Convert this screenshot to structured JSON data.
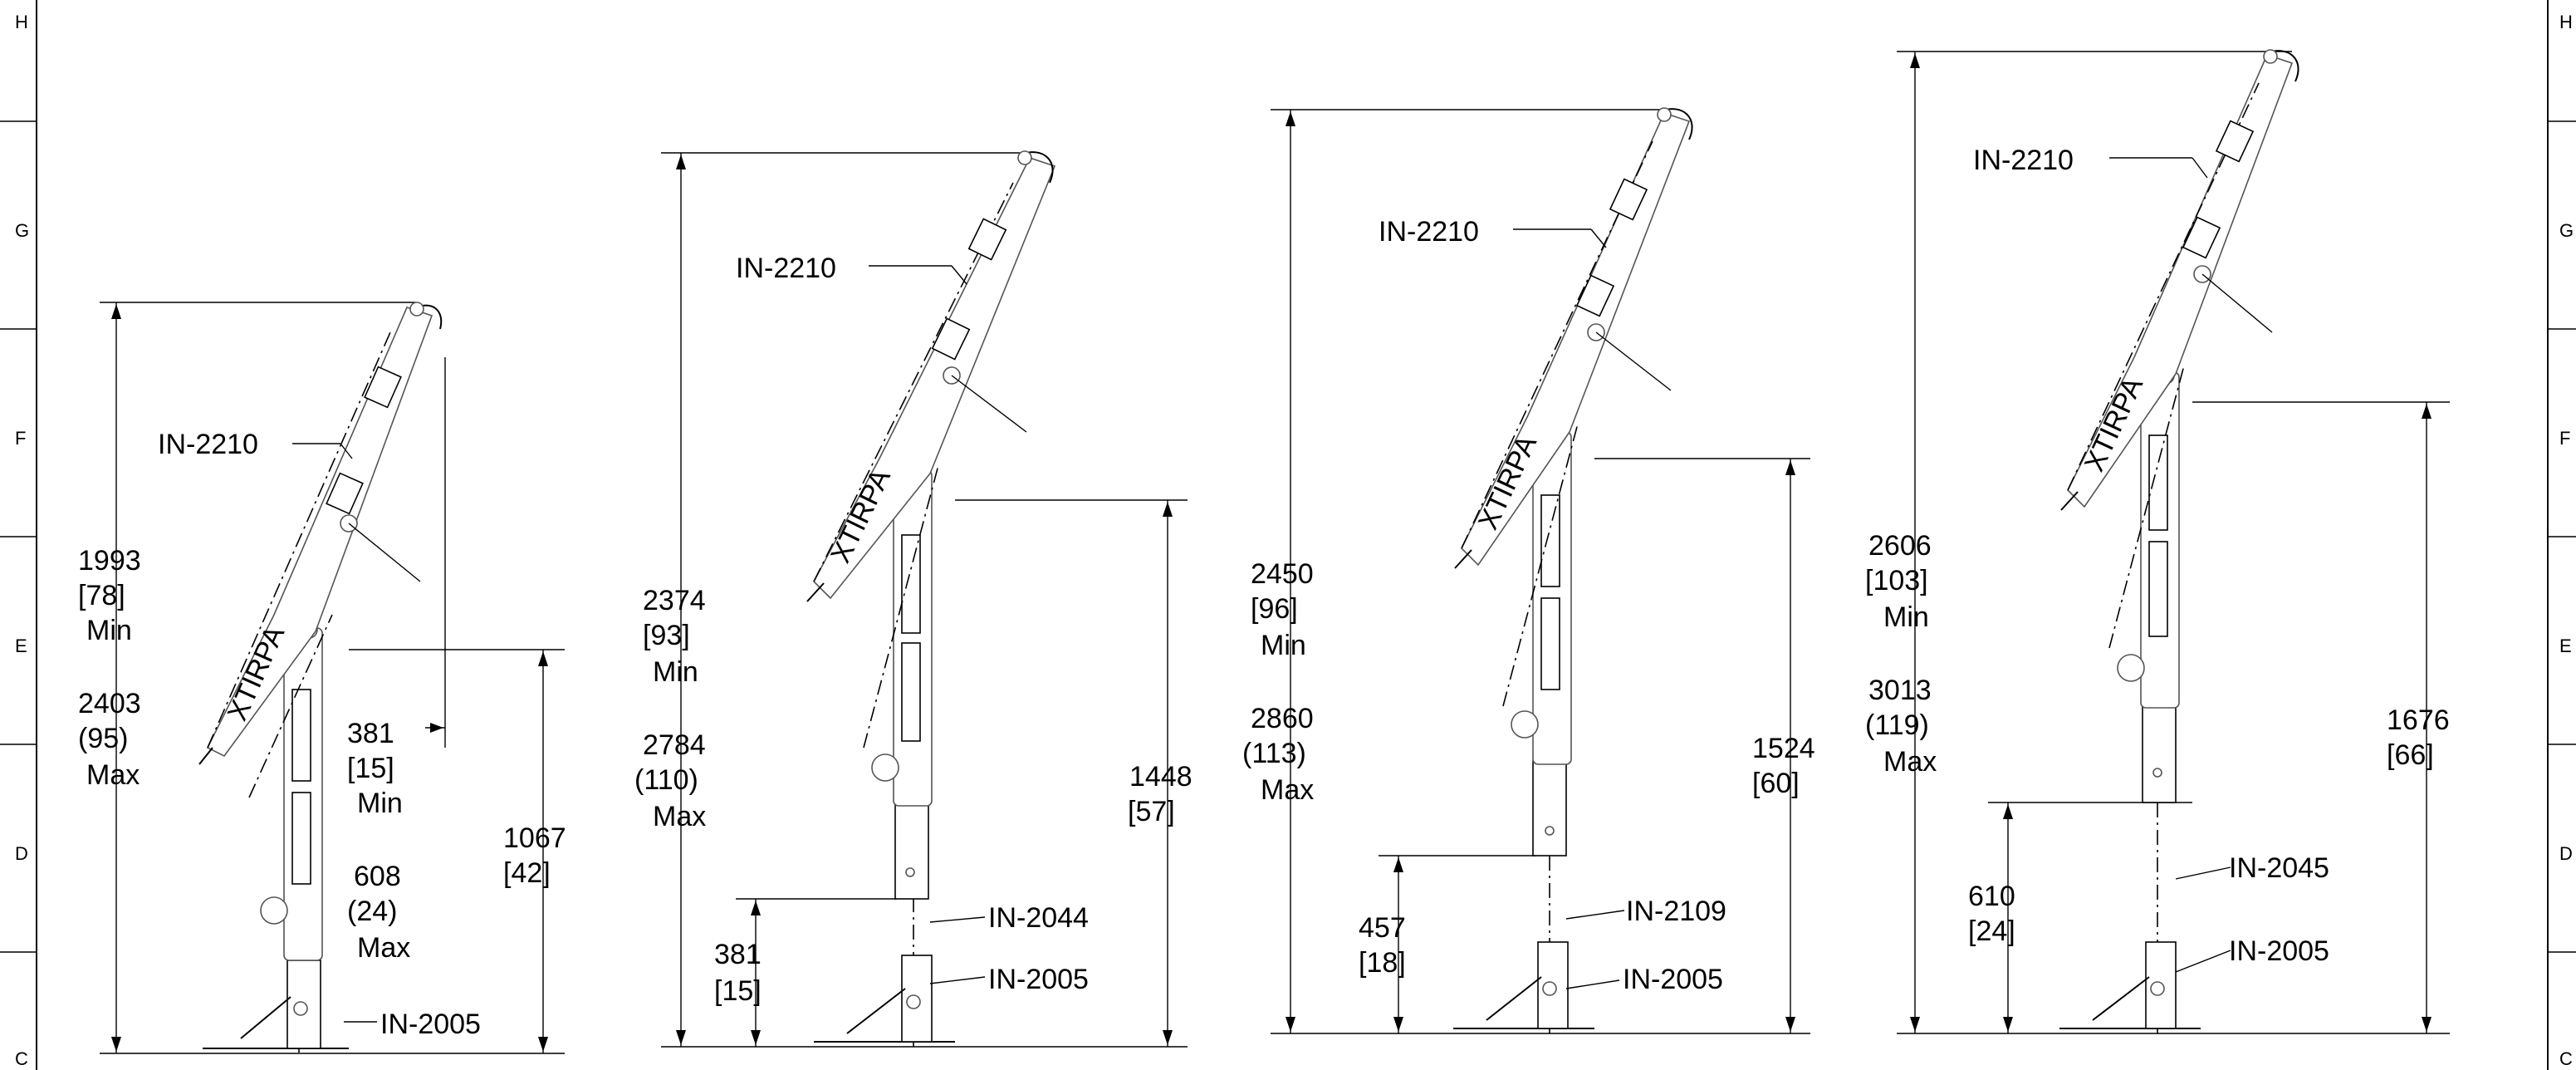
{
  "zone_labels": [
    "H",
    "G",
    "F",
    "E",
    "D",
    "C"
  ],
  "views": [
    {
      "parts": [
        "IN-2210",
        "IN-2005"
      ],
      "overall": [
        "1993",
        "[78]",
        "Min",
        "2403",
        "(95)",
        "Max"
      ],
      "reach": [
        "381",
        "[15]",
        "Min",
        "608",
        "(24)",
        "Max"
      ],
      "height": [
        "1067",
        "[42]"
      ],
      "base": []
    },
    {
      "parts": [
        "IN-2210",
        "IN-2044",
        "IN-2005"
      ],
      "overall": [
        "2374",
        "[93]",
        "Min",
        "2784",
        "(110)",
        "Max"
      ],
      "reach": [],
      "height": [
        "1448",
        "[57]"
      ],
      "base": [
        "381",
        "[15]"
      ]
    },
    {
      "parts": [
        "IN-2210",
        "IN-2109",
        "IN-2005"
      ],
      "overall": [
        "2450",
        "[96]",
        "Min",
        "2860",
        "(113)",
        "Max"
      ],
      "reach": [],
      "height": [
        "1524",
        "[60]"
      ],
      "base": [
        "457",
        "[18]"
      ]
    },
    {
      "parts": [
        "IN-2210",
        "IN-2045",
        "IN-2005"
      ],
      "overall": [
        "2606",
        "[103]",
        "Min",
        "3013",
        "(119)",
        "Max"
      ],
      "reach": [],
      "height": [
        "1676",
        "[66]"
      ],
      "base": [
        "610",
        "[24]"
      ]
    }
  ],
  "brand_mark": "XTIRPA"
}
